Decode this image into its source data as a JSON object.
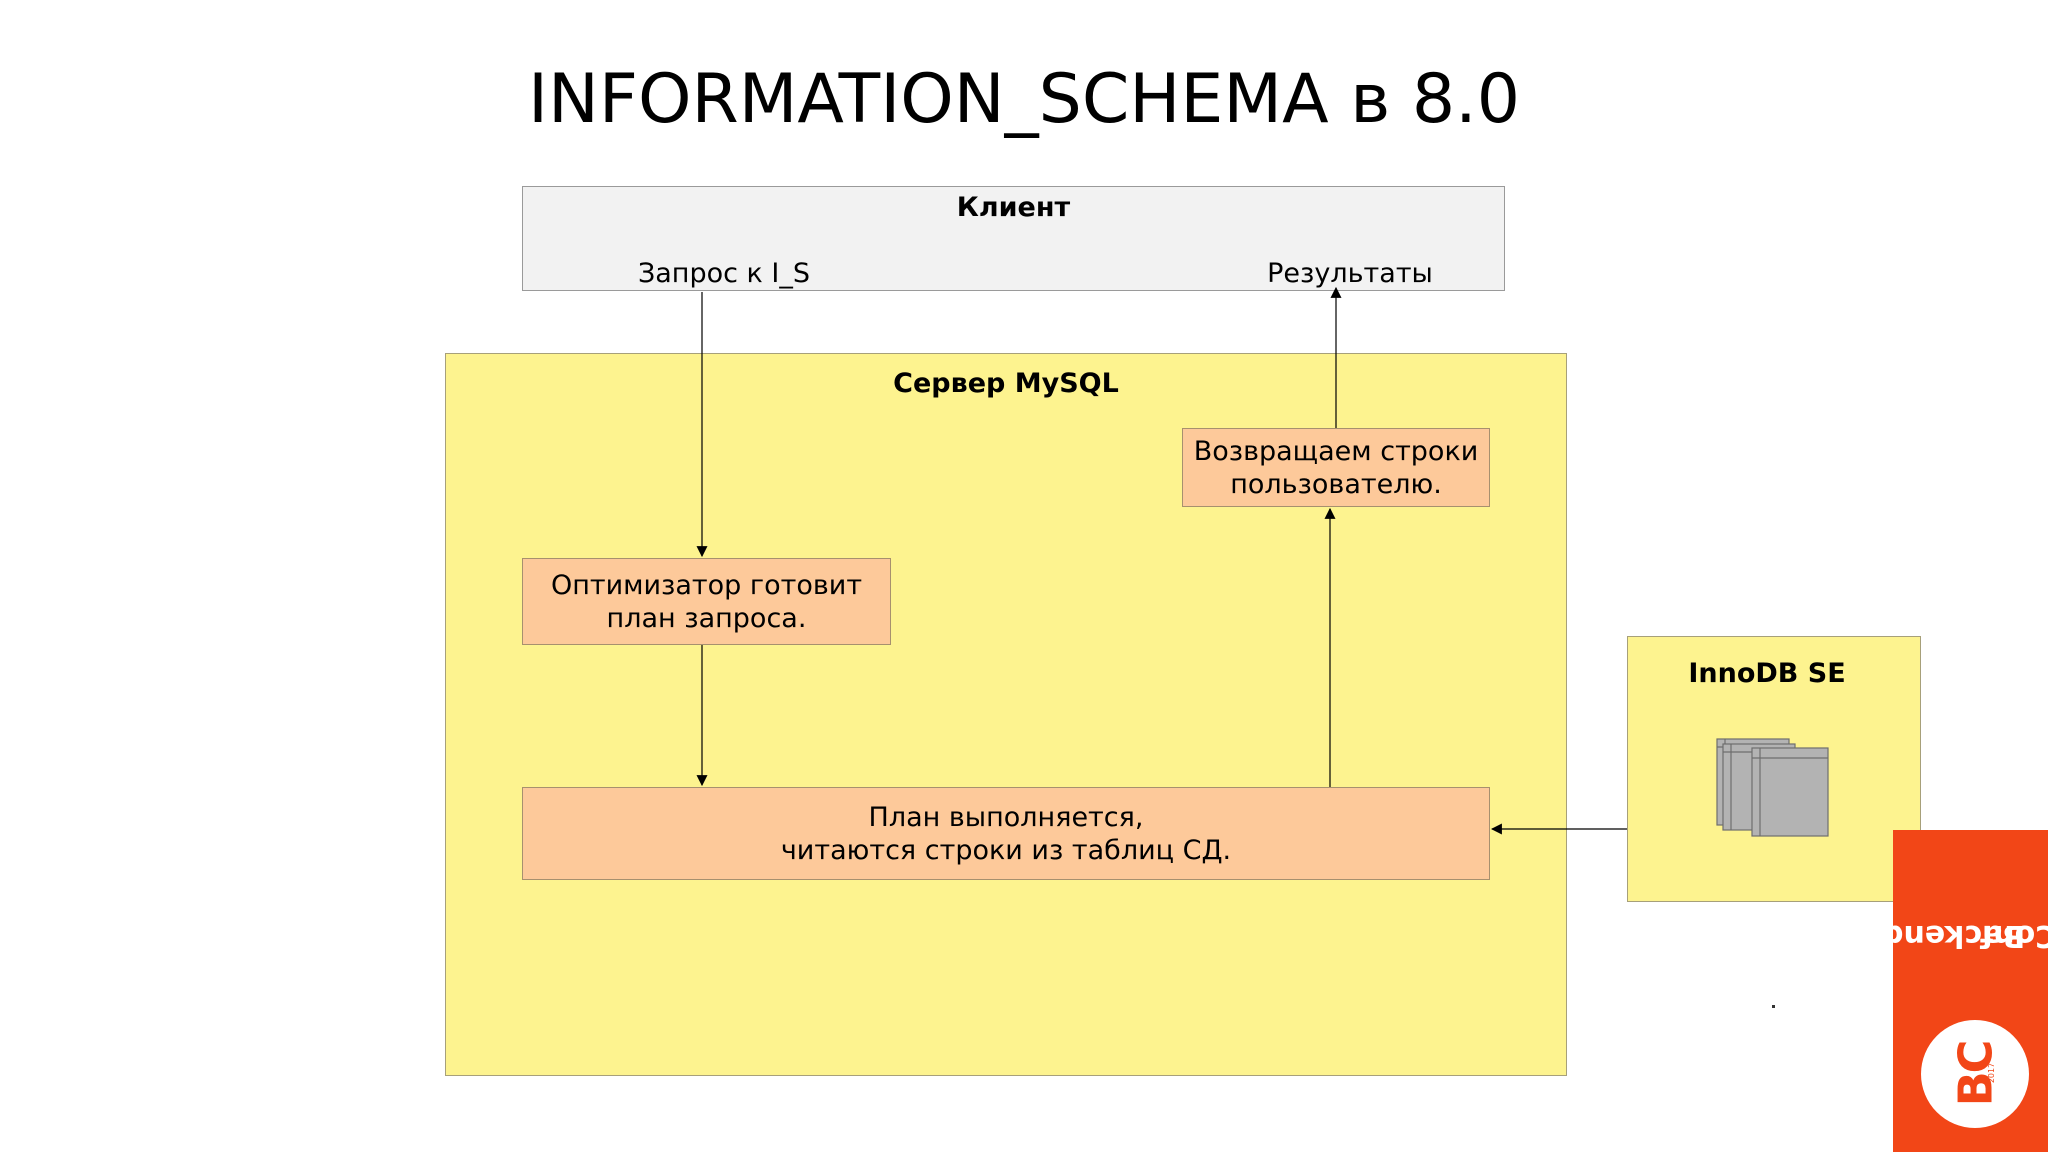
{
  "slide": {
    "title": "INFORMATION_SCHEMA в 8.0"
  },
  "client": {
    "label": "Клиент",
    "request_label": "Запрос к I_S",
    "results_label": "Результаты"
  },
  "server": {
    "label": "Сервер MySQL",
    "return_rows": [
      "Возвращаем строки",
      "пользователю."
    ],
    "optimizer": [
      "Оптимизатор готовит",
      "план запроса."
    ],
    "plan_execution": [
      "План выполняется,",
      "читаются строки из таблиц СД."
    ]
  },
  "storage_engine": {
    "label": "InnoDB SE",
    "icon": "tables-icon"
  },
  "logo": {
    "wordmark": [
      "Backend",
      "Conf"
    ],
    "monogram": "BC",
    "year": "2017"
  },
  "colors": {
    "client_fill": "#f2f2f2",
    "server_fill": "#fdf38f",
    "process_fill": "#fdc99a",
    "logo_orange": "#f24617",
    "table_gray": "#b3b3b3"
  }
}
